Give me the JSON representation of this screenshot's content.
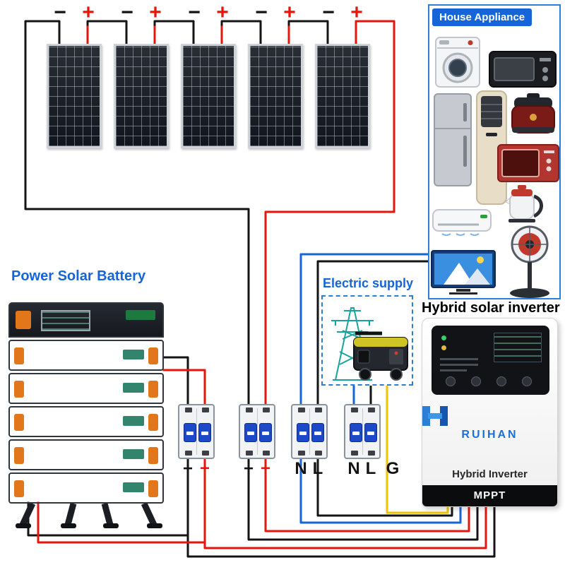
{
  "titles": {
    "house_appliance": "House Appliance",
    "battery": "Power Solar Battery",
    "electric_supply": "Electric supply",
    "inverter": "Hybrid solar inverter"
  },
  "solar": {
    "panel_count": 5,
    "panels": [
      {
        "minus": "−",
        "plus": "+"
      },
      {
        "minus": "−",
        "plus": "+"
      },
      {
        "minus": "−",
        "plus": "+"
      },
      {
        "minus": "−",
        "plus": "+"
      },
      {
        "minus": "−",
        "plus": "+"
      }
    ]
  },
  "breakers": {
    "labels": [
      "−",
      "+",
      "−",
      "+",
      "N",
      "L",
      "N",
      "L",
      "G"
    ]
  },
  "inverter": {
    "brand": "RUIHAN",
    "product_label": "Hybrid Inverter",
    "footer_label": "MPPT"
  },
  "house": {
    "appliances": [
      "washing-machine",
      "toaster-oven",
      "refrigerator",
      "floor-air-conditioner",
      "rice-cooker",
      "microwave-oven",
      "electric-kettle",
      "wall-air-conditioner",
      "television",
      "pedestal-fan"
    ]
  },
  "electric_supply": {
    "icons": [
      "transmission-tower",
      "generator"
    ]
  },
  "colors": {
    "accent_blue": "#1565d8",
    "wire_negative": "#141414",
    "wire_positive": "#e8150d",
    "wire_neutral": "#1565d8",
    "wire_ground": "#f2c200"
  }
}
